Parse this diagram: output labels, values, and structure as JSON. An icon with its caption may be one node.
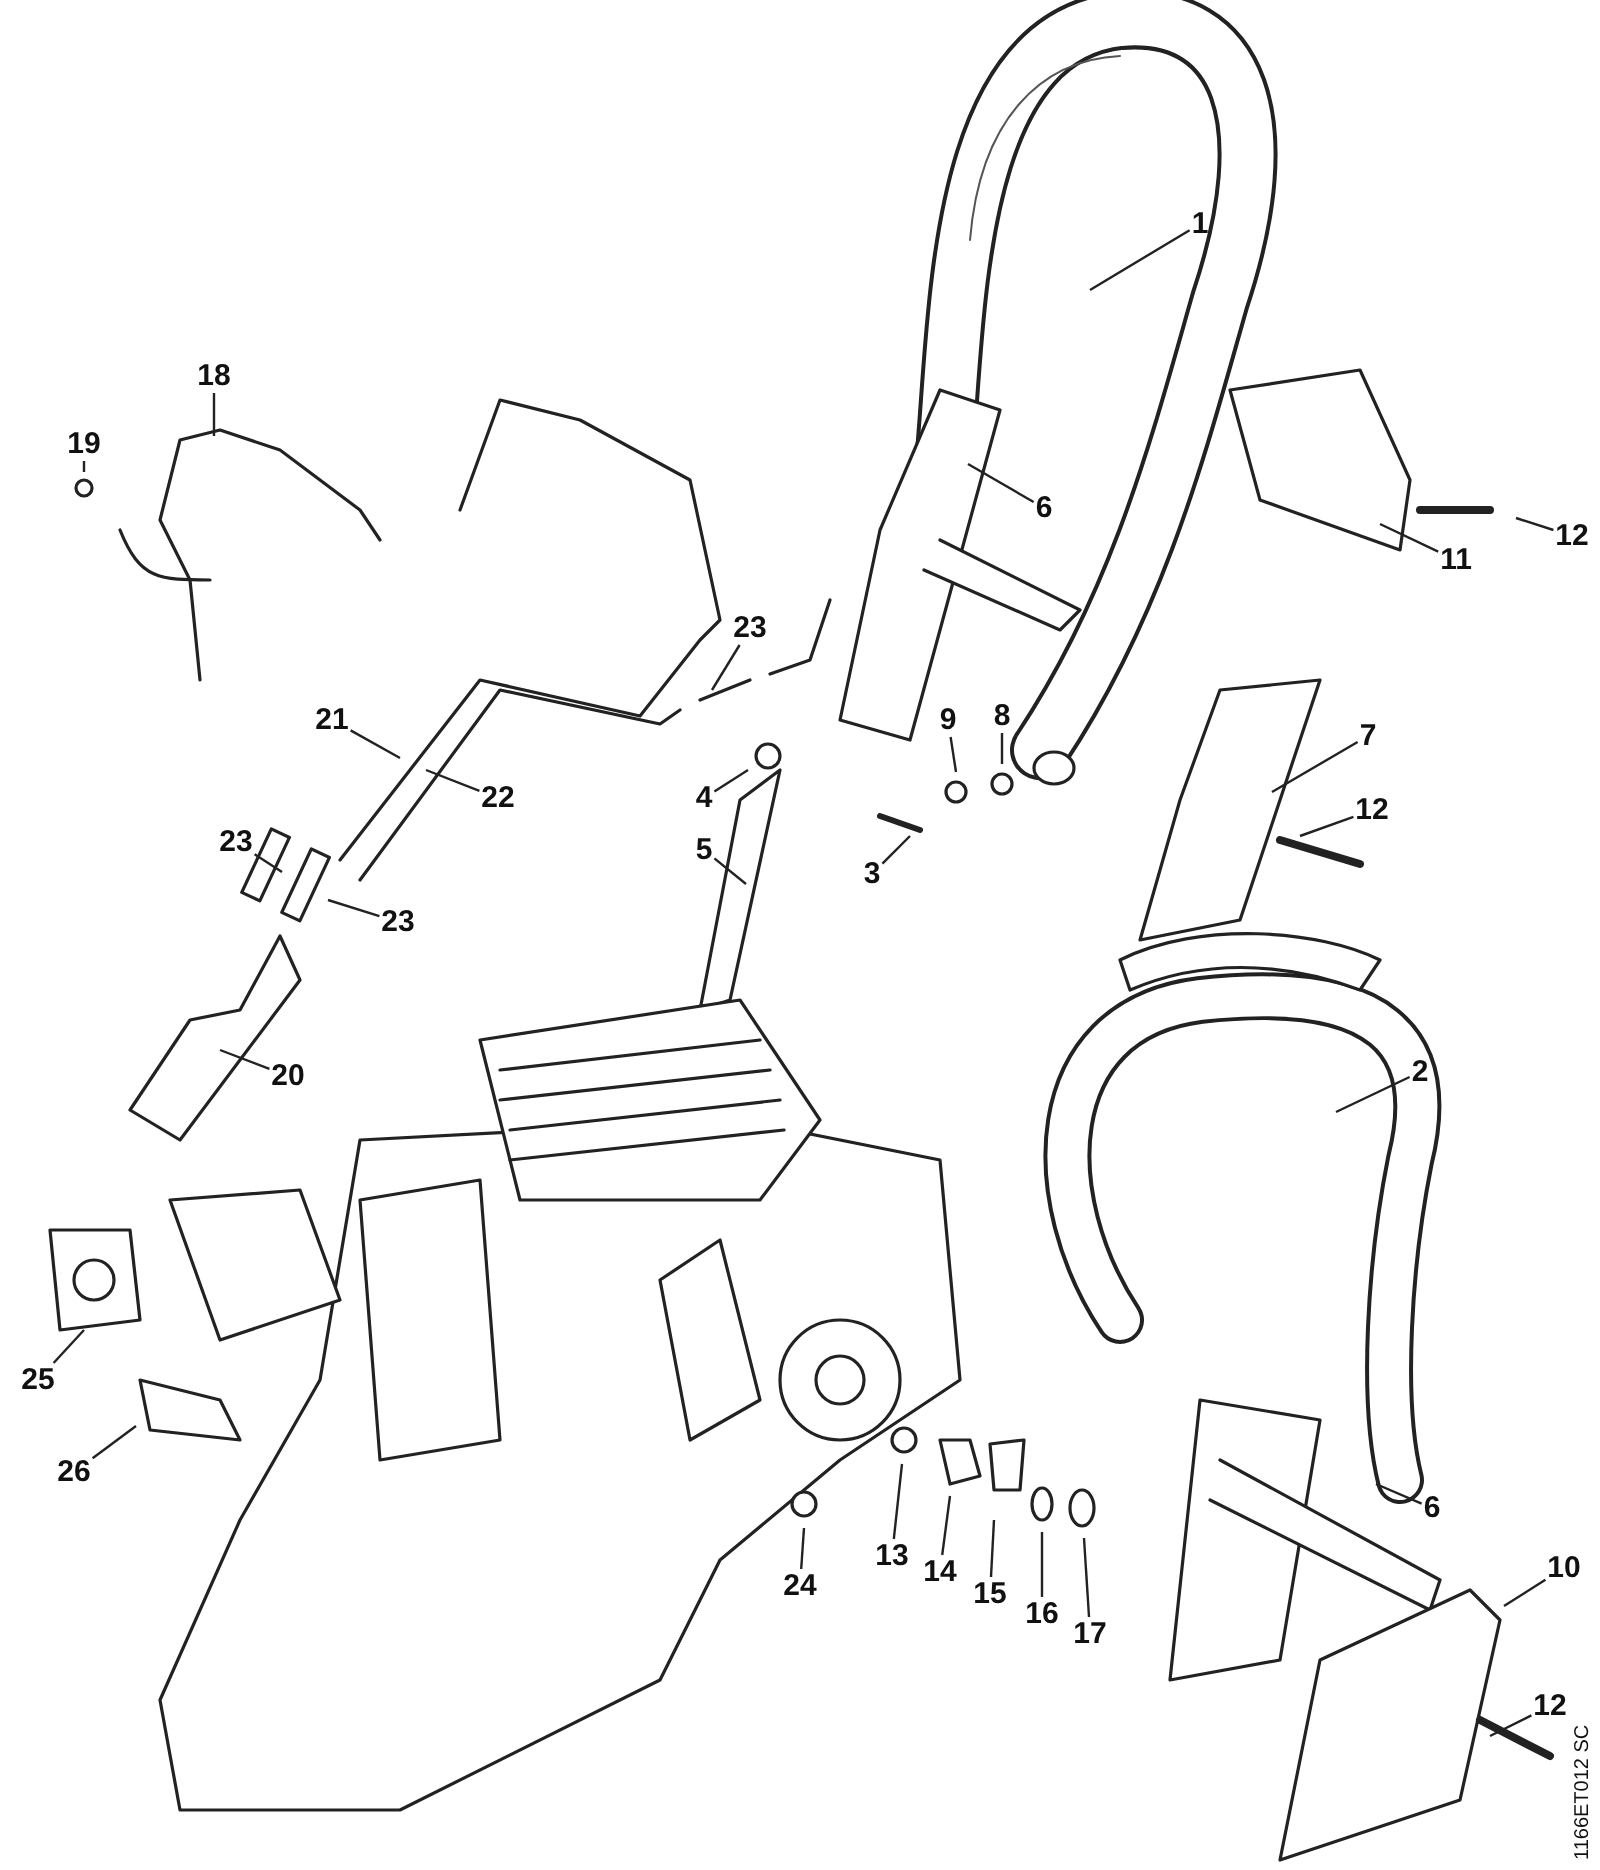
{
  "diagram": {
    "nodes": [
      {
        "text": [
          "1"
        ]
      },
      {
        "text": [
          "18"
        ]
      },
      {
        "text": [
          "19"
        ]
      },
      {
        "text": [
          "6"
        ]
      },
      {
        "text": [
          "11"
        ]
      },
      {
        "text": [
          "12"
        ]
      },
      {
        "text": [
          "23"
        ]
      },
      {
        "text": [
          "9"
        ]
      },
      {
        "text": [
          "8"
        ]
      },
      {
        "text": [
          "21"
        ]
      },
      {
        "text": [
          "7"
        ]
      },
      {
        "text": [
          "4"
        ]
      },
      {
        "text": [
          "22"
        ]
      },
      {
        "text": [
          "12"
        ]
      },
      {
        "text": [
          "5"
        ]
      },
      {
        "text": [
          "3"
        ]
      },
      {
        "text": [
          "23"
        ]
      },
      {
        "text": [
          "23"
        ]
      },
      {
        "text": [
          "20"
        ]
      },
      {
        "text": [
          "2"
        ]
      },
      {
        "text": [
          "25"
        ]
      },
      {
        "text": [
          "26"
        ]
      },
      {
        "text": [
          "6"
        ]
      },
      {
        "text": [
          "10"
        ]
      },
      {
        "text": [
          "13"
        ]
      },
      {
        "text": [
          "24"
        ]
      },
      {
        "text": [
          "14"
        ]
      },
      {
        "text": [
          "15"
        ]
      },
      {
        "text": [
          "16"
        ]
      },
      {
        "text": [
          "17"
        ]
      },
      {
        "text": [
          "12"
        ]
      }
    ],
    "edges": [
      {
        "from": 0,
        "to": null,
        "arrow": "none"
      },
      {
        "from": 1,
        "to": null,
        "arrow": "none"
      },
      {
        "from": 2,
        "to": null,
        "arrow": "none"
      },
      {
        "from": 3,
        "to": null,
        "arrow": "none"
      },
      {
        "from": 4,
        "to": null,
        "arrow": "none"
      },
      {
        "from": 5,
        "to": null,
        "arrow": "none"
      },
      {
        "from": 6,
        "to": null,
        "arrow": "none"
      },
      {
        "from": 7,
        "to": null,
        "arrow": "none"
      },
      {
        "from": 8,
        "to": null,
        "arrow": "none"
      },
      {
        "from": 9,
        "to": null,
        "arrow": "none"
      },
      {
        "from": 10,
        "to": null,
        "arrow": "none"
      },
      {
        "from": 11,
        "to": null,
        "arrow": "none"
      },
      {
        "from": 12,
        "to": null,
        "arrow": "none"
      },
      {
        "from": 13,
        "to": null,
        "arrow": "none"
      },
      {
        "from": 14,
        "to": null,
        "arrow": "none"
      },
      {
        "from": 15,
        "to": null,
        "arrow": "none"
      },
      {
        "from": 16,
        "to": null,
        "arrow": "none"
      },
      {
        "from": 17,
        "to": null,
        "arrow": "none"
      },
      {
        "from": 18,
        "to": null,
        "arrow": "none"
      },
      {
        "from": 19,
        "to": null,
        "arrow": "none"
      },
      {
        "from": 20,
        "to": null,
        "arrow": "none"
      },
      {
        "from": 21,
        "to": null,
        "arrow": "none"
      },
      {
        "from": 22,
        "to": null,
        "arrow": "none"
      },
      {
        "from": 23,
        "to": null,
        "arrow": "none"
      },
      {
        "from": 24,
        "to": null,
        "arrow": "none"
      },
      {
        "from": 25,
        "to": null,
        "arrow": "none"
      },
      {
        "from": 26,
        "to": null,
        "arrow": "none"
      },
      {
        "from": 27,
        "to": null,
        "arrow": "none"
      },
      {
        "from": 28,
        "to": null,
        "arrow": "none"
      },
      {
        "from": 29,
        "to": null,
        "arrow": "none"
      },
      {
        "from": 30,
        "to": null,
        "arrow": "none"
      }
    ],
    "labels": [
      "1166ET012 SC"
    ]
  }
}
